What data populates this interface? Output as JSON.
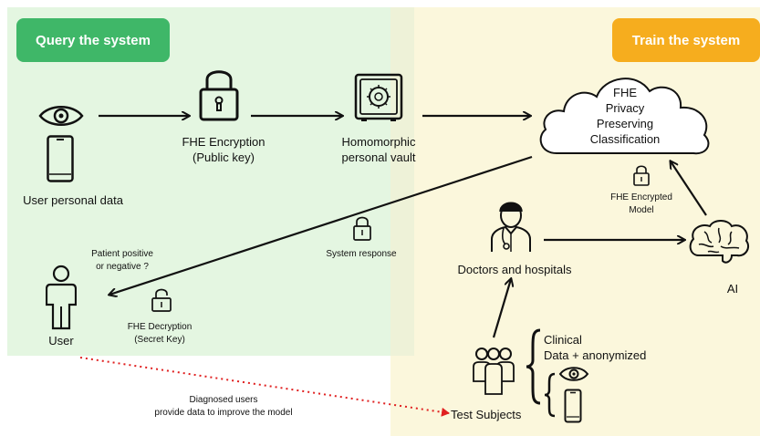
{
  "query_panel": {
    "title": "Query the system"
  },
  "train_panel": {
    "title": "Train the system"
  },
  "labels": {
    "user_personal_data": "User personal data",
    "fhe_encryption_line1": "FHE Encryption",
    "fhe_encryption_line2": "(Public key)",
    "vault_line1": "Homomorphic",
    "vault_line2": "personal vault",
    "cloud_line1": "FHE",
    "cloud_line2": "Privacy",
    "cloud_line3": "Preserving",
    "cloud_line4": "Classification",
    "encrypted_model_line1": "FHE Encrypted",
    "encrypted_model_line2": "Model",
    "system_response": "System response",
    "patient_line1": "Patient positive",
    "patient_line2": "or negative ?",
    "decryption_line1": "FHE Decryption",
    "decryption_line2": "(Secret Key)",
    "user": "User",
    "doctors": "Doctors and hospitals",
    "ai": "AI",
    "clinical_line1": "Clinical",
    "clinical_line2": "Data + anonymized",
    "test_subjects": "Test Subjects",
    "diagnosed_line1": "Diagnosed users",
    "diagnosed_line2": "provide data to improve the model"
  },
  "colors": {
    "query_green": "#3fb768",
    "train_orange": "#f6ad1e",
    "feedback_red": "#e02020"
  }
}
